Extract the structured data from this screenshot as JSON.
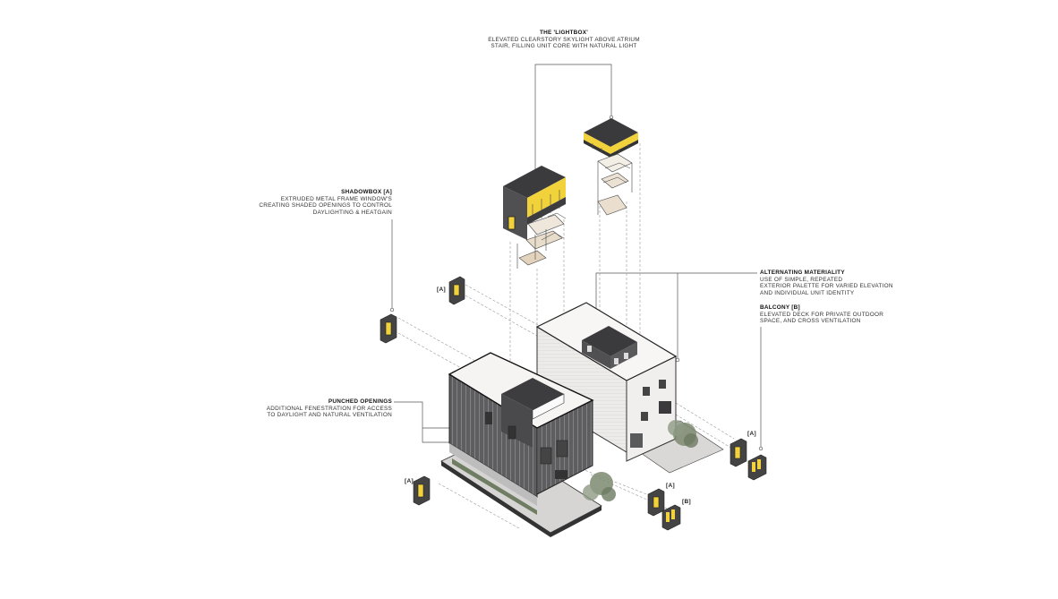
{
  "annotations": {
    "lightbox": {
      "title": "THE 'LIGHTBOX'",
      "lines": [
        "ELEVATED CLEARSTORY SKYLIGHT ABOVE ATRIUM",
        "STAIR, FILLING UNIT CORE WITH NATURAL LIGHT"
      ]
    },
    "shadowbox": {
      "title": "SHADOWBOX [A]",
      "lines": [
        "EXTRUDED METAL FRAME WINDOW'S",
        "CREATING SHADED OPENINGS TO CONTROL",
        "DAYLIGHTING & HEATGAIN"
      ]
    },
    "materiality": {
      "title": "ALTERNATING MATERIALITY",
      "lines": [
        "USE OF SIMPLE, REPEATED",
        "EXTERIOR PALETTE FOR VARIED ELEVATION",
        "AND INDIVIDUAL UNIT IDENTITY"
      ]
    },
    "balcony": {
      "title": "BALCONY [B]",
      "lines": [
        "ELEVATED DECK FOR PRIVATE OUTDOOR",
        "SPACE, AND CROSS VENTILATION"
      ]
    },
    "punched": {
      "title": "PUNCHED OPENINGS",
      "lines": [
        "ADDITIONAL FENESTRATION FOR ACCESS",
        "TO DAYLIGHT AND NATURAL VENTILATION"
      ]
    }
  },
  "tags": {
    "a1": "[A]",
    "a2": "[A]",
    "a3": "[A]",
    "a4": "[A]",
    "b1": "[B]"
  },
  "colors": {
    "dark_cladding": "#5c5c5e",
    "dark_roof": "#3a3a3c",
    "light_cladding": "#ecebea",
    "roof_white": "#f6f5f3",
    "window_glow": "#f2d23a",
    "tree": "#7d8a70",
    "leader": "#555555"
  }
}
